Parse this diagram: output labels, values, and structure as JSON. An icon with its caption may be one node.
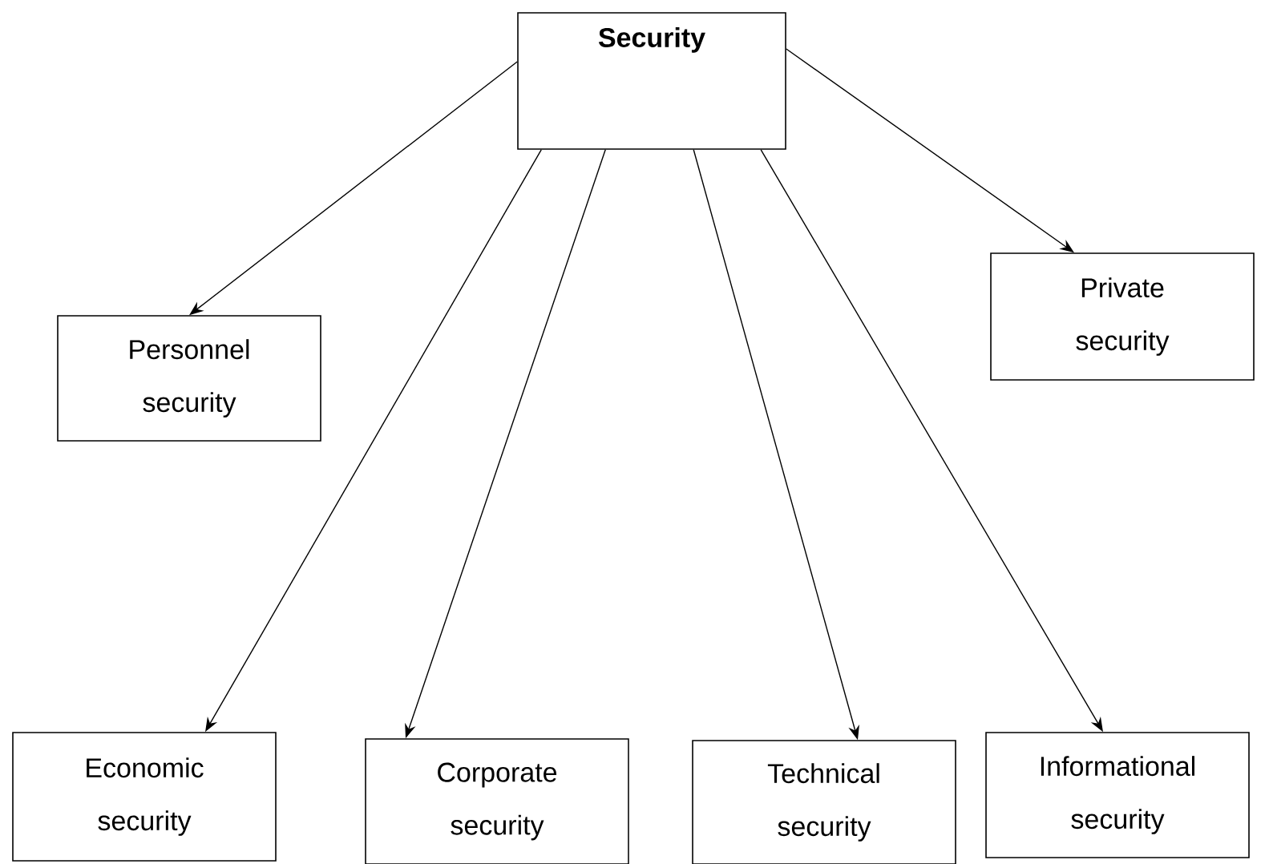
{
  "diagram": {
    "nodes": [
      {
        "text": [
          "Security"
        ]
      },
      {
        "text": [
          "Personnel security"
        ]
      },
      {
        "text": [
          "Private security"
        ]
      },
      {
        "text": [
          "Economic security"
        ]
      },
      {
        "text": [
          "Corporate security"
        ]
      },
      {
        "text": [
          "Technical security"
        ]
      },
      {
        "text": [
          "Informational security"
        ]
      }
    ],
    "edges": [
      {
        "from": 0,
        "to": 1,
        "arrow": "to"
      },
      {
        "from": 0,
        "to": 2,
        "arrow": "to"
      },
      {
        "from": 0,
        "to": 3,
        "arrow": "to"
      },
      {
        "from": 0,
        "to": 4,
        "arrow": "to"
      },
      {
        "from": 0,
        "to": 5,
        "arrow": "to"
      },
      {
        "from": 0,
        "to": 6,
        "arrow": "to"
      }
    ]
  }
}
